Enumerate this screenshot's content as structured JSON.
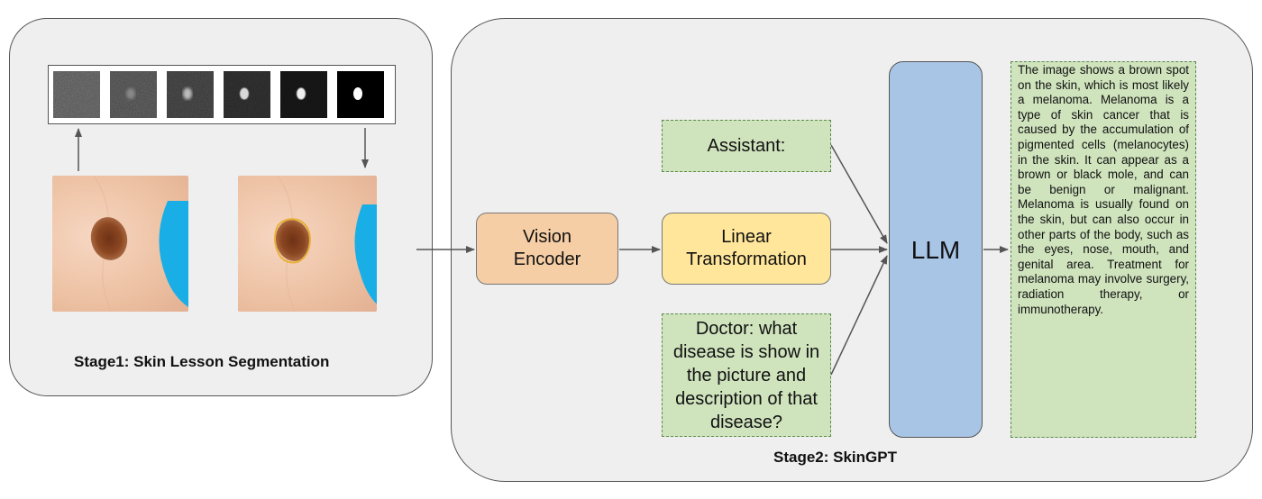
{
  "stage1": {
    "label": "Stage1: Skin Lesson Segmentation"
  },
  "stage2": {
    "label": "Stage2: SkinGPT"
  },
  "nodes": {
    "vision_encoder": "Vision\nEncoder",
    "linear_transformation": "Linear\nTransformation",
    "llm": "LLM",
    "assistant": "Assistant:",
    "doctor": "Doctor: what disease is show in the picture and description of that disease?"
  },
  "output_text": "The image shows a brown spot on the skin, which is most likely a melanoma. Melanoma is a type of skin cancer that is caused by the accumulation of pigmented cells (melanocytes) in the skin. It can appear as a brown or black mole, and can be benign or malignant. Melanoma is usually found on the skin, but can also occur in other parts of the body, such as the eyes, nose, mouth, and genital area. Treatment for melanoma may involve surgery, radiation therapy, or immunotherapy.",
  "colors": {
    "panel": "#efefef",
    "vision_encoder": "#f6cea6",
    "linear_transformation": "#ffe69a",
    "llm": "#a9c5e6",
    "text_box": "#cfe3bd",
    "lesion_segmented_outline": "#e8b13a",
    "background_blue": "#19aee6"
  }
}
